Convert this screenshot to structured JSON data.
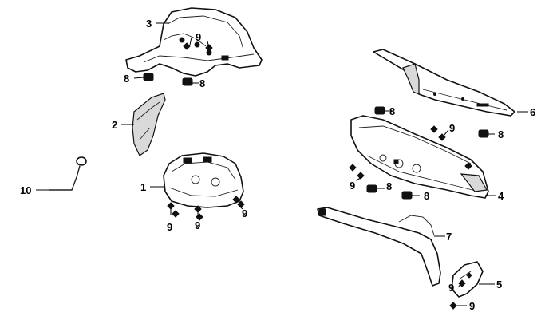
{
  "callouts": {
    "c1": "1",
    "c2": "2",
    "c3": "3",
    "c4": "4",
    "c5": "5",
    "c6": "6",
    "c7": "7",
    "c8a": "8",
    "c8b": "8",
    "c8c": "8",
    "c8d": "8",
    "c8e": "8",
    "c8f": "8",
    "c9a": "9",
    "c9b": "9",
    "c9c": "9",
    "c9d": "9",
    "c9e": "9",
    "c9f": "9",
    "c9g": "9",
    "c9h": "9",
    "c10": "10"
  }
}
